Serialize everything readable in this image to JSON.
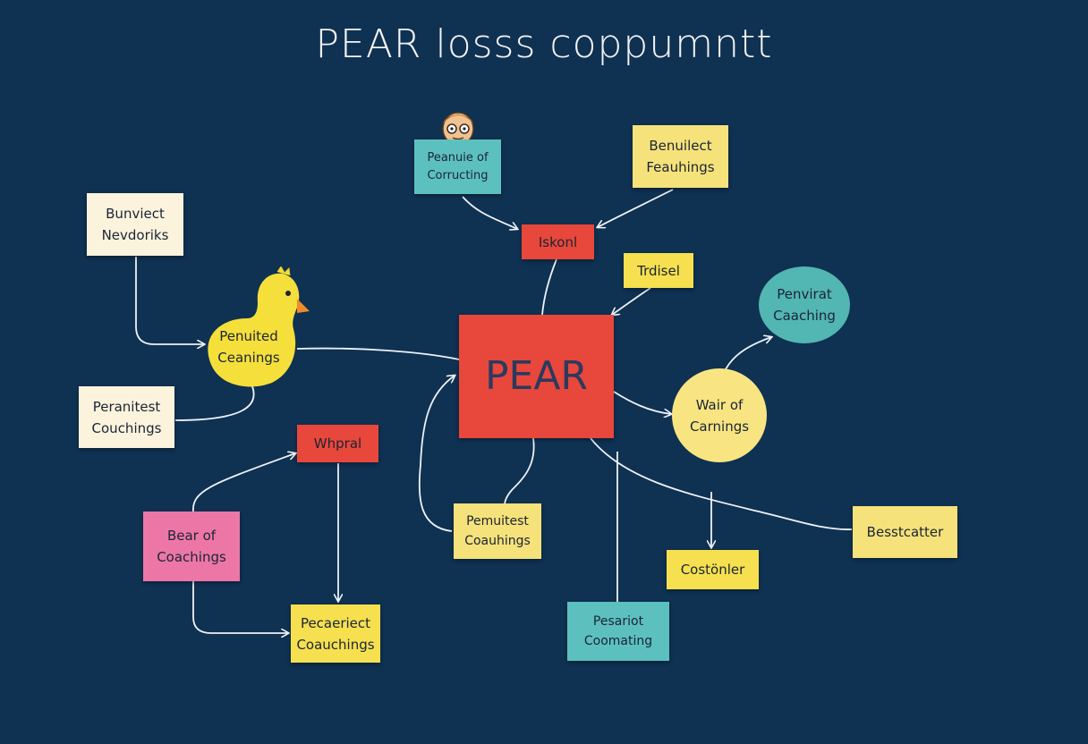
{
  "title": "PEAR  losss coppumntt",
  "colors": {
    "background": "#0f3152",
    "red": "#e8473b",
    "yellow": "#f6e04f",
    "teal": "#5cc0bf",
    "pink": "#ec77a6",
    "cream": "#fbf3dc",
    "edge": "#eef2f7"
  },
  "icons": {
    "chick": "yellow-chick-icon",
    "avatar": "cartoon-face-icon"
  },
  "nodes": {
    "pear": "PEAR",
    "teal_top": "Peanuie of\nCorructing",
    "feat_top": "Benuilect\nFeauhings",
    "iskonl": "Iskonl",
    "trdisel": "Trdisel",
    "bunviect": "Bunviect\nNevdoriks",
    "chick": "Penuited\nCeanings",
    "peranitest": "Peranitest\nCouchings",
    "teal_circle": "Penvirat\nCaaching",
    "wair": "Wair of\nCarnings",
    "whpral": "Whpral",
    "bear": "Bear of\nCoachings",
    "center_bottom": "Pemuitest\nCoauhings",
    "costonler": "Costönler",
    "bestcatter": "Besstcatter",
    "pecaeriect": "Pecaeriect\nCoauchings",
    "bottom_teal": "Pesariot\nCoomating"
  }
}
